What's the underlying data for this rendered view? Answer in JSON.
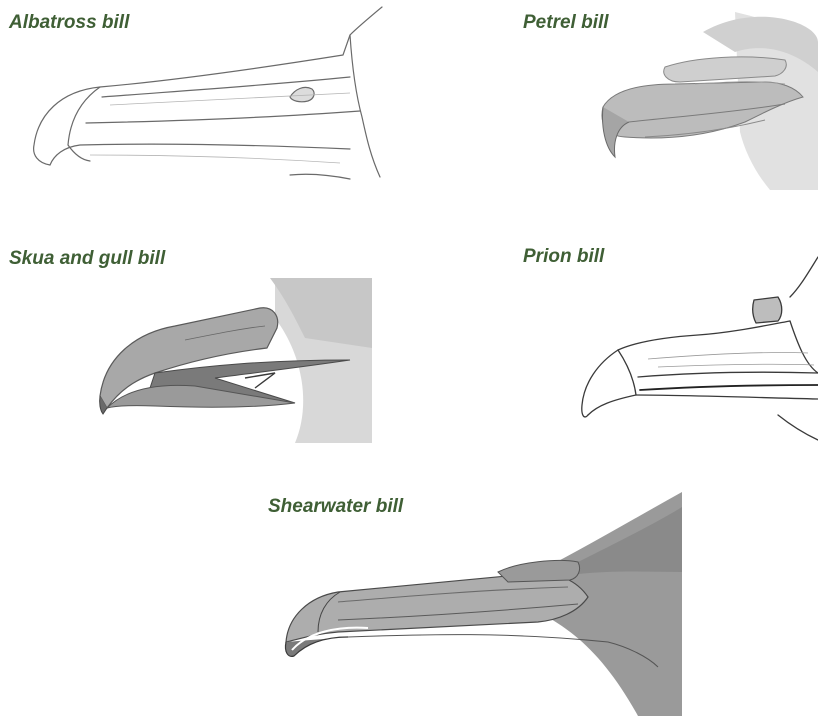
{
  "figure": {
    "label_color": "#3f5f35",
    "panels": [
      {
        "id": "albatross",
        "label": "Albatross bill"
      },
      {
        "id": "petrel",
        "label": "Petrel bill"
      },
      {
        "id": "skua",
        "label": "Skua and gull bill"
      },
      {
        "id": "prion",
        "label": "Prion bill"
      },
      {
        "id": "shearwater",
        "label": "Shearwater bill"
      }
    ]
  }
}
